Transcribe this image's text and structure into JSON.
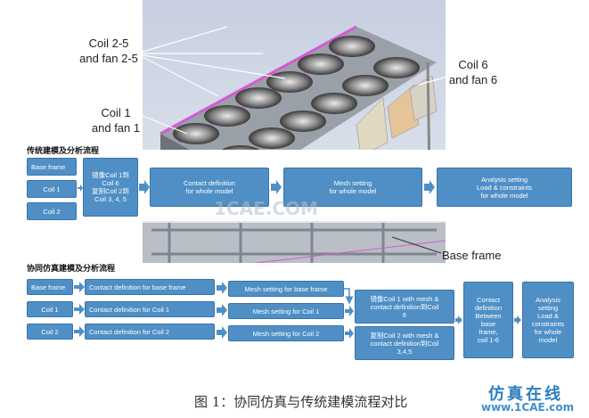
{
  "callouts": {
    "coil25": "Coil 2-5\nand fan 2-5",
    "coil1": "Coil 1\nand fan 1",
    "coil6": "Coil 6\nand fan 6",
    "base": "Base frame"
  },
  "traditional": {
    "title": "传统建模及分析流程",
    "inputs": [
      "Base frame",
      "Coil 1",
      "Coil 2"
    ],
    "mirror": "镜像Coil 1到\nCoil 6\n复制Coil 2到\nCoil 3, 4, 5",
    "contact": "Contact definition\nfor whole model",
    "mesh": "Mesh setting\nfor whole model",
    "analysis": "Analysis setting\nLoad & constraints\nfor whole model"
  },
  "collaborative": {
    "title": "协同仿真建模及分析流程",
    "inputs": [
      "Base frame",
      "Coil 1",
      "Coil 2"
    ],
    "contacts": [
      "Contact definition for base frame",
      "Contact definition for Coil 1",
      "Contact definition for Coil 2"
    ],
    "meshes": [
      "Mesh setting for base frame",
      "Mesh setting for Coil 1",
      "Mesh setting for Coil 2"
    ],
    "mirror1": "镜像Coil 1 with mesh &\ncontact definition到Coil\n6",
    "copy2": "复制Coil 2 with mesh &\ncontact definition到Coil\n3,4,5",
    "contact_between": "Contact\ndefinition\nBetween\nbase\nframe,\ncoil 1-6",
    "analysis": "Analysis\nsetting\nLoad &\nconstraints\nfor whole\nmodel"
  },
  "caption": "图 1：协同仿真与传统建模流程对比",
  "watermark": {
    "cn": "仿真在线",
    "url": "www.1CAE.com",
    "center": "1CAE.COM"
  }
}
